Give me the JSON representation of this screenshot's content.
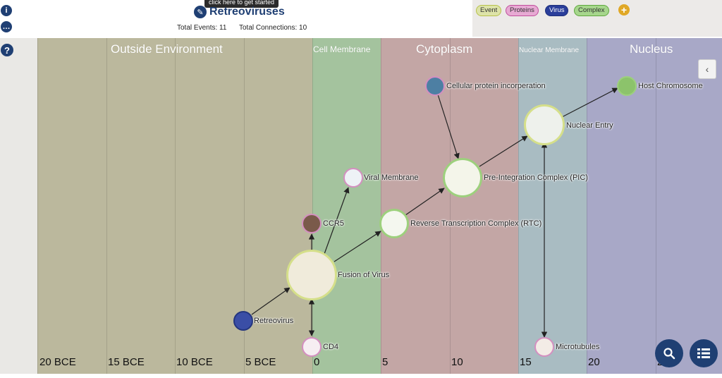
{
  "header": {
    "tooltip": "click here to get started",
    "title": "Retreoviruses",
    "total_events": "Total Events: 11",
    "total_connections": "Total Connections: 10"
  },
  "legend": [
    {
      "label": "Event",
      "bg": "#dde3a8",
      "border": "#b7c14a"
    },
    {
      "label": "Proteins",
      "bg": "#e7a9d3",
      "border": "#c04f9c"
    },
    {
      "label": "Virus",
      "bg": "#2a3e9a",
      "border": "#1e2f7a",
      "text": "#ffffff"
    },
    {
      "label": "Complex",
      "bg": "#a6d68c",
      "border": "#5fa83e"
    }
  ],
  "regions": [
    {
      "name": "Outside Environment",
      "size": 18
    },
    {
      "name": "Cell Membrane",
      "size": 12
    },
    {
      "name": "Cytoplasm",
      "size": 18
    },
    {
      "name": "Nuclear Membrane",
      "size": 10
    },
    {
      "name": "Nucleus",
      "size": 18
    }
  ],
  "ticks": [
    "20 BCE",
    "15 BCE",
    "10 BCE",
    "5 BCE",
    "0",
    "5",
    "10",
    "15",
    "20",
    "2"
  ],
  "nodes": [
    {
      "id": "retreovirus",
      "label": "Retreovirus",
      "type": "Virus"
    },
    {
      "id": "cd4",
      "label": "CD4",
      "type": "Proteins"
    },
    {
      "id": "fusion",
      "label": "Fusion of Virus",
      "type": "Event"
    },
    {
      "id": "ccr5",
      "label": "CCR5",
      "type": "Proteins"
    },
    {
      "id": "viral_membrane",
      "label": "Viral Membrane",
      "type": "Proteins"
    },
    {
      "id": "rtc",
      "label": "Reverse Transcription Complex (RTC)",
      "type": "Complex"
    },
    {
      "id": "pic",
      "label": "Pre-Integration Complex (PIC)",
      "type": "Complex"
    },
    {
      "id": "cellular_protein",
      "label": "Cellular protein incorperation",
      "type": "Proteins"
    },
    {
      "id": "nuclear_entry",
      "label": "Nuclear Entry",
      "type": "Event"
    },
    {
      "id": "host_chromosome",
      "label": "Host Chromosome",
      "type": "Complex"
    },
    {
      "id": "microtubules",
      "label": "Microtubules",
      "type": "Proteins"
    }
  ],
  "colors": {
    "primary": "#1f3f73",
    "outside_env": "#bbb89d",
    "cell_membrane": "#a4c39e",
    "cytoplasm": "#c3a6a5",
    "nuclear_membrane": "#a9bcc2",
    "nucleus": "#a8a8c7",
    "edge": "#222222"
  },
  "icons": [
    "info-icon",
    "chat-icon",
    "help-icon",
    "pencil-icon",
    "plus-icon",
    "chevron-left-icon",
    "search-icon",
    "list-icon"
  ]
}
